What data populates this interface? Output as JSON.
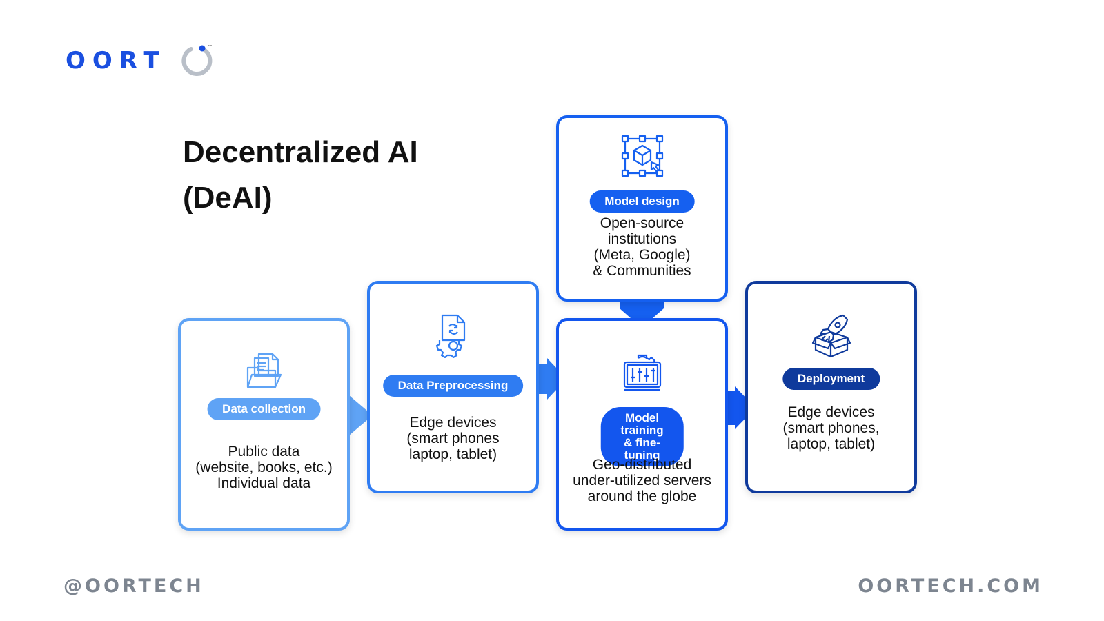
{
  "brand": {
    "logo_text": "OORT"
  },
  "title": "Decentralized AI\n(DeAI)",
  "stages": {
    "data_collection": {
      "label": "Data collection",
      "description": "Public data\n(website, books, etc.)\nIndividual data",
      "icon": "folder-documents-icon",
      "color": "#5fa3f5"
    },
    "data_preprocessing": {
      "label": "Data Preprocessing",
      "description": "Edge devices\n(smart phones\nlaptop, tablet)",
      "icon": "document-gear-icon",
      "color": "#2f7cf2"
    },
    "model_design": {
      "label": "Model design",
      "description": "Open-source\ninstitutions\n(Meta, Google)\n& Communities",
      "icon": "cube-design-icon",
      "color": "#1560f0"
    },
    "model_training": {
      "label": "Model training\n& fine-tuning",
      "description": "Geo-distributed\nunder-utilized servers\naround the globe",
      "icon": "monitor-sliders-icon",
      "color": "#1356ee"
    },
    "deployment": {
      "label": "Deployment",
      "description": "Edge devices\n(smart phones,\nlaptop, tablet)",
      "icon": "rocket-box-icon",
      "color": "#0f3a9c"
    }
  },
  "footer": {
    "handle": "@OORTECH",
    "website": "OORTECH.COM"
  }
}
